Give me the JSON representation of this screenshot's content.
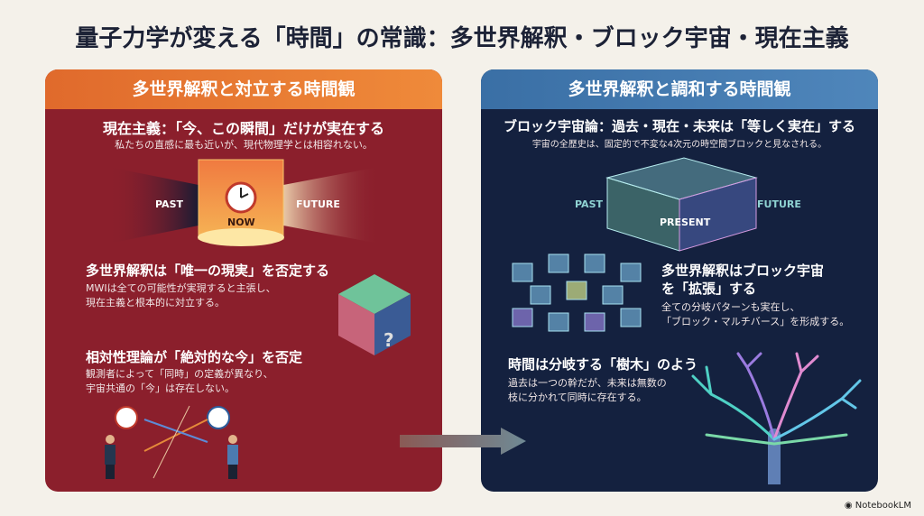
{
  "title": "量子力学が変える「時間」の常識：多世界解釈・ブロック宇宙・現在主義",
  "left": {
    "header": "多世界解釈と対立する時間観",
    "s1_title": "現在主義：「今、この瞬間」だけが実在する",
    "s1_sub": "私たちの直感に最も近いが、現代物理学とは相容れない。",
    "past": "PAST",
    "now": "NOW",
    "future": "FUTURE",
    "s2_title": "多世界解釈は「唯一の現実」を否定する",
    "s2_l1": "MWIは全ての可能性が実現すると主張し、",
    "s2_l2": "現在主義と根本的に対立する。",
    "q": "?",
    "s3_title": "相対性理論が「絶対的な今」を否定",
    "s3_l1": "観測者によって「同時」の定義が異なり、",
    "s3_l2": "宇宙共通の「今」は存在しない。"
  },
  "right": {
    "header": "多世界解釈と調和する時間観",
    "s1_title": "ブロック宇宙論：過去・現在・未来は「等しく実在」する",
    "s1_sub": "宇宙の全歴史は、固定的で不変な4次元の時空間ブロックと見なされる。",
    "past": "PAST",
    "present": "PRESENT",
    "future": "FUTURE",
    "s2_title_l1": "多世界解釈はブロック宇宙",
    "s2_title_l2": "を「拡張」する",
    "s2_l1": "全ての分岐パターンも実在し、",
    "s2_l2": "「ブロック・マルチバース」を形成する。",
    "s3_title": "時間は分岐する「樹木」のよう",
    "s3_l1": "過去は一つの幹だが、未来は無数の",
    "s3_l2": "枝に分かれて同時に存在する。"
  },
  "logo": "NotebookLM"
}
